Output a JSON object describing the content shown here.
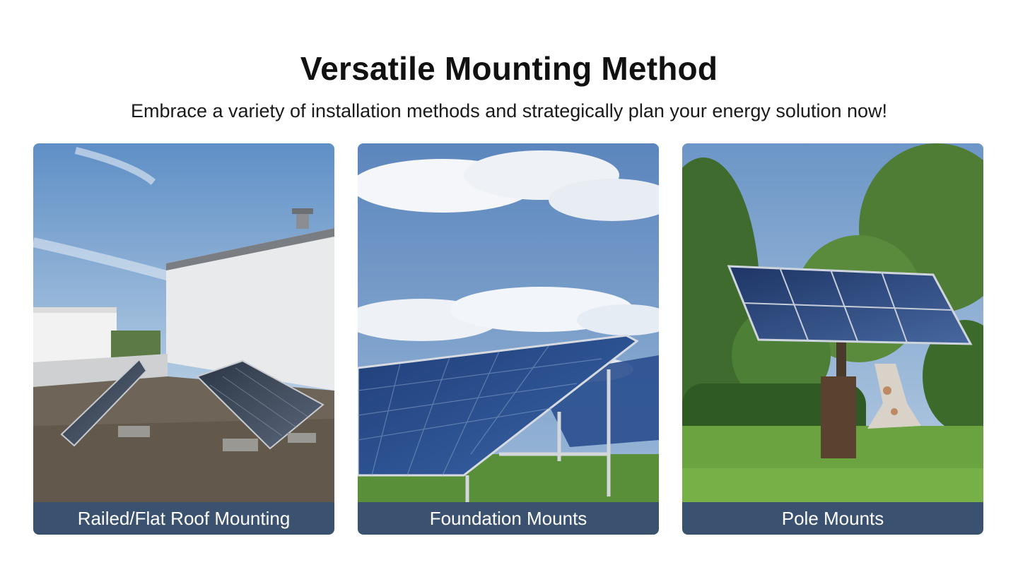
{
  "header": {
    "title": "Versatile Mounting Method",
    "subtitle": "Embrace a variety of installation methods and strategically plan your energy solution now!"
  },
  "cards": [
    {
      "caption": "Railed/Flat Roof Mounting",
      "icon": "flat-roof-solar-photo"
    },
    {
      "caption": "Foundation Mounts",
      "icon": "ground-mount-solar-photo"
    },
    {
      "caption": "Pole Mounts",
      "icon": "pole-mount-solar-photo"
    }
  ],
  "colors": {
    "caption_bar": "#3b5170",
    "title_text": "#111111"
  }
}
